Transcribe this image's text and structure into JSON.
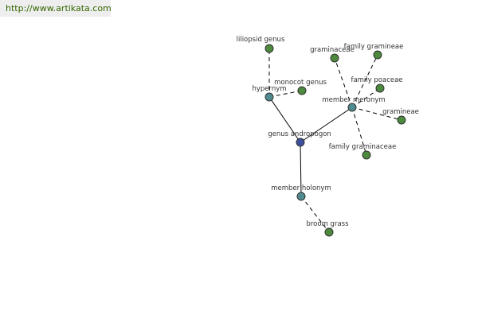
{
  "header": {
    "url_text": "http://www.artikata.com"
  },
  "colors": {
    "center": "#3b4f9c",
    "relation": "#4f8b8f",
    "leaf": "#4c8a3d",
    "edge": "#000000",
    "url_bar": "#eeeeee",
    "url_text": "#336600"
  },
  "graph": {
    "nodes": [
      {
        "id": "center",
        "label": "genus andropogon",
        "kind": "center"
      },
      {
        "id": "hypernym",
        "label": "hypernym",
        "kind": "relation"
      },
      {
        "id": "member-meronym",
        "label": "member meronym",
        "kind": "relation"
      },
      {
        "id": "member-holonym",
        "label": "member holonym",
        "kind": "relation"
      },
      {
        "id": "liliopsid-genus",
        "label": "liliopsid genus",
        "kind": "leaf"
      },
      {
        "id": "monocot-genus",
        "label": "monocot genus",
        "kind": "leaf"
      },
      {
        "id": "graminaceae",
        "label": "graminaceae",
        "kind": "leaf"
      },
      {
        "id": "family-gramineae",
        "label": "family gramineae",
        "kind": "leaf"
      },
      {
        "id": "family-poaceae",
        "label": "family poaceae",
        "kind": "leaf"
      },
      {
        "id": "gramineae",
        "label": "gramineae",
        "kind": "leaf"
      },
      {
        "id": "family-graminaceae",
        "label": "family graminaceae",
        "kind": "leaf"
      },
      {
        "id": "broom-grass",
        "label": "broom grass",
        "kind": "leaf"
      }
    ],
    "edges": [
      {
        "from": "center",
        "to": "hypernym",
        "style": "solid"
      },
      {
        "from": "center",
        "to": "member-meronym",
        "style": "solid"
      },
      {
        "from": "center",
        "to": "member-holonym",
        "style": "solid"
      },
      {
        "from": "hypernym",
        "to": "liliopsid-genus",
        "style": "dashed"
      },
      {
        "from": "hypernym",
        "to": "monocot-genus",
        "style": "dashed"
      },
      {
        "from": "member-meronym",
        "to": "graminaceae",
        "style": "dashed"
      },
      {
        "from": "member-meronym",
        "to": "family-gramineae",
        "style": "dashed"
      },
      {
        "from": "member-meronym",
        "to": "family-poaceae",
        "style": "dashed"
      },
      {
        "from": "member-meronym",
        "to": "gramineae",
        "style": "dashed"
      },
      {
        "from": "member-meronym",
        "to": "family-graminaceae",
        "style": "dashed"
      },
      {
        "from": "member-holonym",
        "to": "broom-grass",
        "style": "dashed"
      }
    ]
  }
}
